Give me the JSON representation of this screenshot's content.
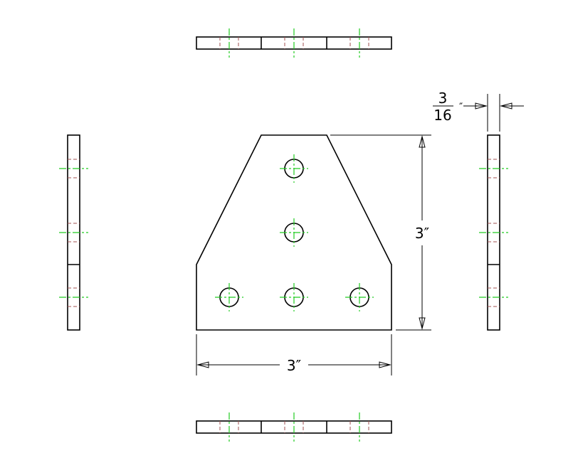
{
  "drawing": {
    "views": [
      "top-view",
      "left-view",
      "front-view",
      "right-view",
      "bottom-view"
    ],
    "front_view": {
      "height_dimension": "3″",
      "width_dimension": "3″",
      "hole_count": 5
    },
    "thickness_dimension": {
      "numerator": "3",
      "denominator": "16",
      "unit": "″"
    },
    "colors": {
      "object_line": "#000000",
      "center_line": "#22cc22",
      "hidden_line": "#a05050"
    }
  }
}
